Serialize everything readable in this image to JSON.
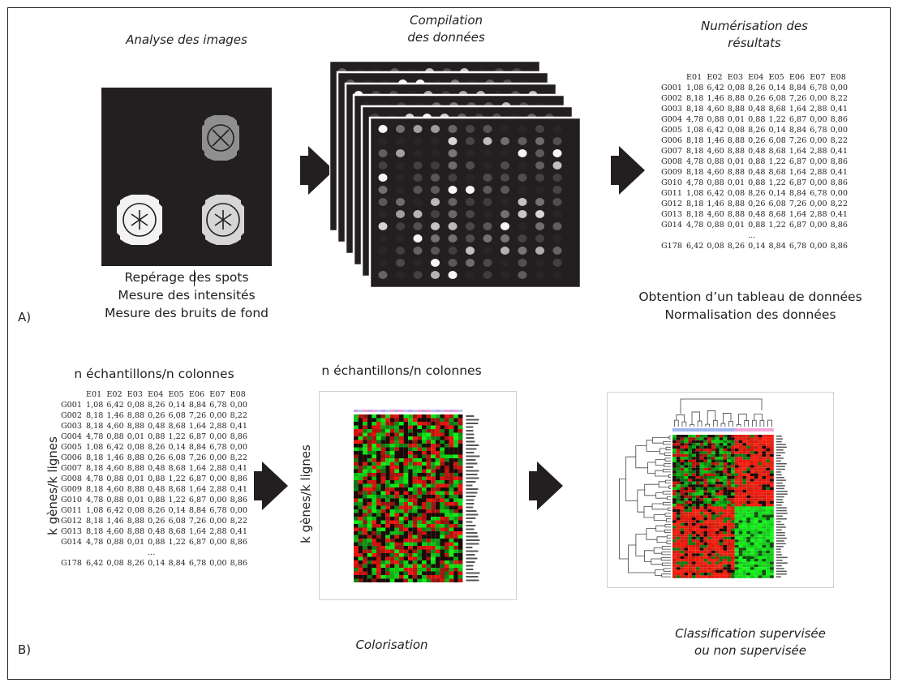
{
  "panel_a": {
    "label": "A)",
    "step1_title": "Analyse des images",
    "step1_caption": [
      "Repérage des spots",
      "Mesure des intensités",
      "Mesure des bruits de fond"
    ],
    "step2_title": [
      "Compilation",
      "des données"
    ],
    "step3_title": [
      "Numérisation des",
      "résultats"
    ],
    "step3_caption": [
      "Obtention d’un tableau de données",
      "Normalisation des données"
    ]
  },
  "panel_b": {
    "label": "B)",
    "table_header": "n échantillons/n colonnes",
    "heatmap_header": "n échantillons/n colonnes",
    "row_axis_label": "k gènes/k lignes",
    "row_axis_label2": "k gènes/k lignes",
    "colorisation": "Colorisation",
    "classification": [
      "Classification supervisée",
      "ou non supervisée"
    ]
  },
  "table": {
    "columns": [
      "E01",
      "E02",
      "E03",
      "E04",
      "E05",
      "E06",
      "E07",
      "E08"
    ],
    "rows": [
      {
        "gene": "G001",
        "values": [
          "1,08",
          "6,42",
          "0,08",
          "8,26",
          "0,14",
          "8,84",
          "6,78",
          "0,00"
        ]
      },
      {
        "gene": "G002",
        "values": [
          "8,18",
          "1,46",
          "8,88",
          "0,26",
          "6,08",
          "7,26",
          "0,00",
          "8,22"
        ]
      },
      {
        "gene": "G003",
        "values": [
          "8,18",
          "4,60",
          "8,88",
          "0,48",
          "8,68",
          "1,64",
          "2,88",
          "0,41"
        ]
      },
      {
        "gene": "G004",
        "values": [
          "4,78",
          "0,88",
          "0,01",
          "0,88",
          "1,22",
          "6,87",
          "0,00",
          "8,86"
        ]
      },
      {
        "gene": "G005",
        "values": [
          "1,08",
          "6,42",
          "0,08",
          "8,26",
          "0,14",
          "8,84",
          "6,78",
          "0,00"
        ]
      },
      {
        "gene": "G006",
        "values": [
          "8,18",
          "1,46",
          "8,88",
          "0,26",
          "6,08",
          "7,26",
          "0,00",
          "8,22"
        ]
      },
      {
        "gene": "G007",
        "values": [
          "8,18",
          "4,60",
          "8,88",
          "0,48",
          "8,68",
          "1,64",
          "2,88",
          "0,41"
        ]
      },
      {
        "gene": "G008",
        "values": [
          "4,78",
          "0,88",
          "0,01",
          "0,88",
          "1,22",
          "6,87",
          "0,00",
          "8,86"
        ]
      },
      {
        "gene": "G009",
        "values": [
          "8,18",
          "4,60",
          "8,88",
          "0,48",
          "8,68",
          "1,64",
          "2,88",
          "0,41"
        ]
      },
      {
        "gene": "G010",
        "values": [
          "4,78",
          "0,88",
          "0,01",
          "0,88",
          "1,22",
          "6,87",
          "0,00",
          "8,86"
        ]
      },
      {
        "gene": "G011",
        "values": [
          "1,08",
          "6,42",
          "0,08",
          "8,26",
          "0,14",
          "8,84",
          "6,78",
          "0,00"
        ]
      },
      {
        "gene": "G012",
        "values": [
          "8,18",
          "1,46",
          "8,88",
          "0,26",
          "6,08",
          "7,26",
          "0,00",
          "8,22"
        ]
      },
      {
        "gene": "G013",
        "values": [
          "8,18",
          "4,60",
          "8,88",
          "0,48",
          "8,68",
          "1,64",
          "2,88",
          "0,41"
        ]
      },
      {
        "gene": "G014",
        "values": [
          "4,78",
          "0,88",
          "0,01",
          "0,88",
          "1,22",
          "6,87",
          "0,00",
          "8,86"
        ]
      }
    ],
    "ellipsis": "...",
    "last_row": {
      "gene": "G178",
      "values": [
        "6,42",
        "0,08",
        "8,26",
        "0,14",
        "8,84",
        "6,78",
        "0,00",
        "8,86"
      ]
    }
  },
  "colors": {
    "ink": "#231f20",
    "heat_red": "#e8261c",
    "heat_green": "#1bd01b",
    "heat_dark": "#1a0a08",
    "spot_dark": "#231f20"
  }
}
